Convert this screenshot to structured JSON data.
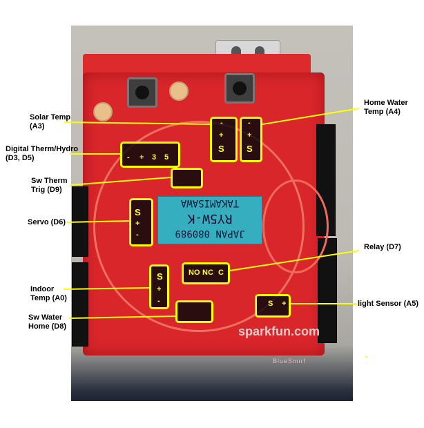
{
  "figure": {
    "description": "Annotated photo of a SparkFun Arduino ProtoShield with labeled sensor/actuator headers",
    "board_text": {
      "brand": "sparkfun.com",
      "bluesmirf": "BlueSmirf",
      "relay_line1": "JAPAN 080989",
      "relay_line2": "RY5W-K",
      "relay_line3": "TAKAMISAWA"
    },
    "accent_color": "#ffff00",
    "callouts": [
      {
        "id": "solar-temp",
        "label_line1": "Solar Temp",
        "label_line2": "(A3)",
        "pins": [
          "-",
          "+",
          "S"
        ]
      },
      {
        "id": "home-water-temp",
        "label_line1": "Home Water",
        "label_line2": "Temp (A4)",
        "pins": [
          "-",
          "+",
          "S"
        ]
      },
      {
        "id": "digital-therm-hydro",
        "label_line1": "Digital Therm/Hydro",
        "label_line2": "(D3, D5)",
        "pins": [
          "-",
          "+",
          "3",
          "5"
        ]
      },
      {
        "id": "sw-therm-trig",
        "label_line1": "Sw Therm",
        "label_line2": "Trig (D9)",
        "pins": []
      },
      {
        "id": "servo",
        "label_line1": "Servo (D6)",
        "label_line2": "",
        "pins": [
          "S",
          "+",
          "-"
        ]
      },
      {
        "id": "relay",
        "label_line1": "Relay (D7)",
        "label_line2": "",
        "pins": [
          "NO",
          "NC",
          "C"
        ]
      },
      {
        "id": "indoor-temp",
        "label_line1": "Indoor",
        "label_line2": "Temp (A0)",
        "pins": [
          "S",
          "+",
          "-"
        ]
      },
      {
        "id": "sw-water-home",
        "label_line1": "Sw Water",
        "label_line2": "Home (D8)",
        "pins": []
      },
      {
        "id": "light-sensor",
        "label_line1": "light Sensor (A5)",
        "label_line2": "",
        "pins": [
          "S",
          "+"
        ]
      }
    ]
  }
}
